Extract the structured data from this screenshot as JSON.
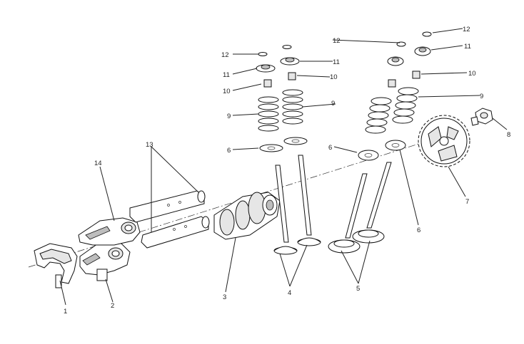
{
  "callouts": {
    "c1": "1",
    "c2": "2",
    "c3": "3",
    "c4": "4",
    "c5": "5",
    "c6a": "6",
    "c6b": "6",
    "c6c": "6",
    "c7": "7",
    "c8": "8",
    "c9a": "9",
    "c9b": "9",
    "c9c": "9",
    "c10a": "10",
    "c10b": "10",
    "c10c": "10",
    "c11a": "11",
    "c11b": "11",
    "c11c": "11",
    "c12a": "12",
    "c12b": "12",
    "c12c": "12",
    "c13": "13",
    "c14": "14"
  }
}
